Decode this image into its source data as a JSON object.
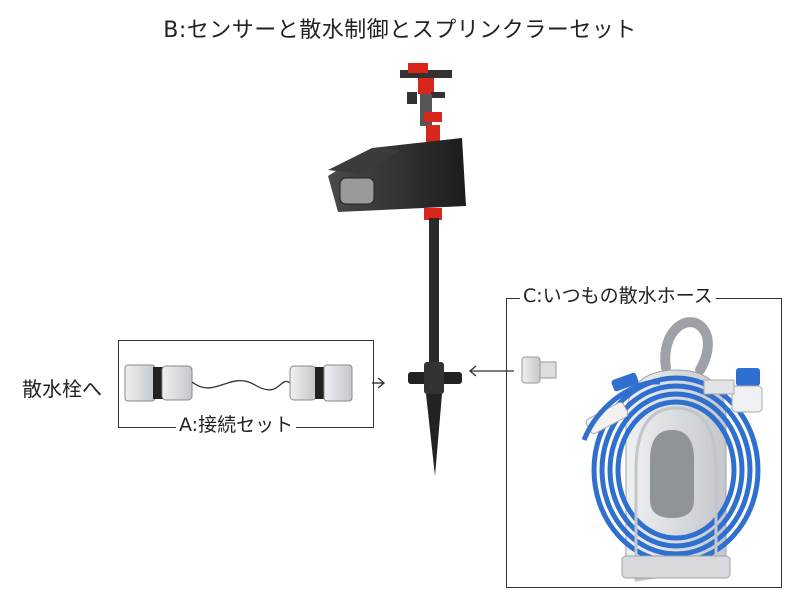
{
  "title": "B:センサーと散水制御とスプリンクラーセット",
  "left_label": "散水栓へ",
  "box_a_label": "A:接続セット",
  "box_c_label": "C:いつもの散水ホース",
  "colors": {
    "accent_red": "#d8261c",
    "hose_blue": "#2e6fd0",
    "reel_gray": "#d7d9dc",
    "body_black": "#2a2a2a"
  }
}
